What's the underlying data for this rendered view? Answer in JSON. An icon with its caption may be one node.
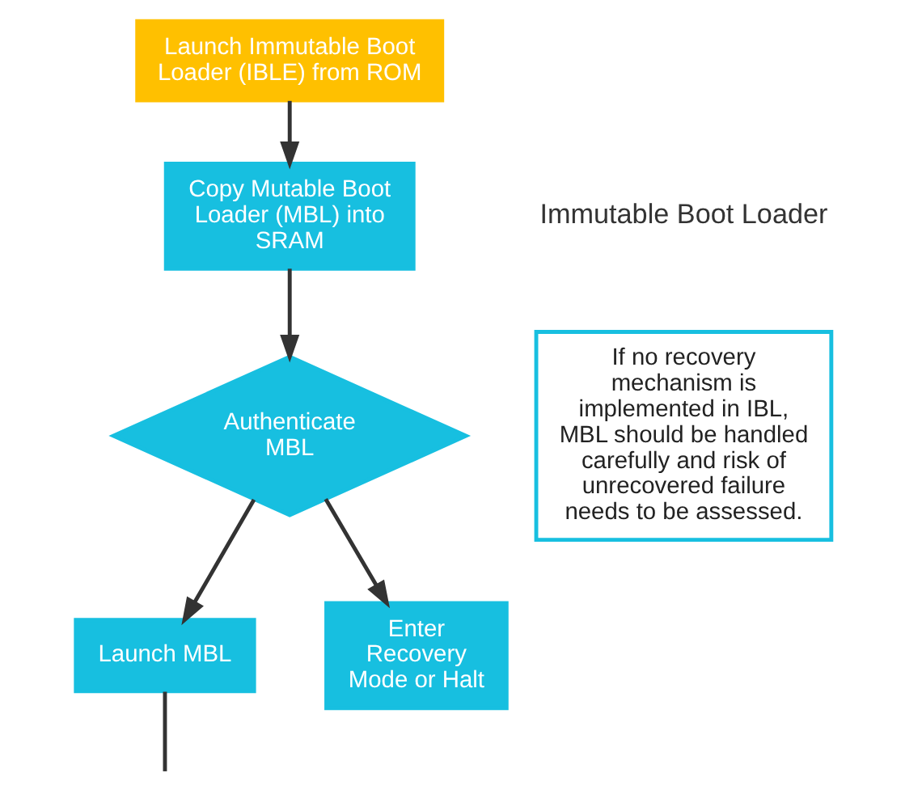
{
  "diagram": {
    "nodes": [
      {
        "text": [
          "Launch Immutable Boot Loader (IBLE) from ROM"
        ]
      },
      {
        "text": [
          "Copy Mutable Boot Loader (MBL) into SRAM"
        ]
      },
      {
        "text": [
          "Authenticate MBL"
        ]
      },
      {
        "text": [
          "Launch MBL"
        ]
      },
      {
        "text": [
          "Enter Recovery Mode or Halt"
        ]
      },
      {
        "text": [
          "If no recovery mechanism is implemented in IBL, MBL should be handled carefully and risk of unrecovered failure needs to be assessed."
        ]
      }
    ],
    "edges": [
      {
        "from": 0,
        "to": 1,
        "arrow": "to"
      },
      {
        "from": 1,
        "to": 2,
        "arrow": "to"
      },
      {
        "from": 2,
        "to": 3,
        "arrow": "to"
      },
      {
        "from": 2,
        "to": 4,
        "arrow": "to"
      },
      {
        "from": 3,
        "to": null,
        "arrow": "none"
      }
    ],
    "labels": [
      "Immutable Boot Loader"
    ]
  }
}
